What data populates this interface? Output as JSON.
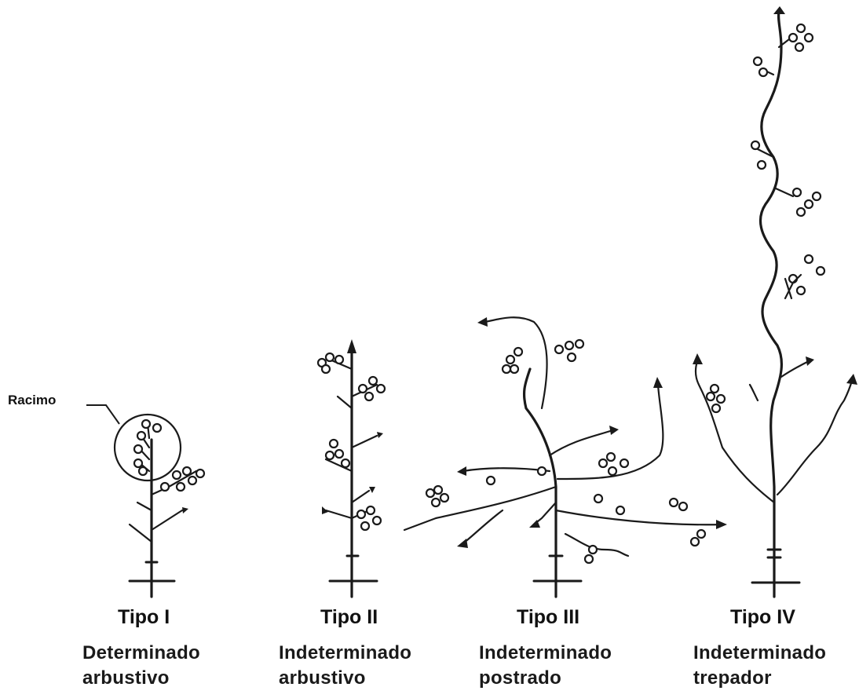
{
  "callout": {
    "racimo": "Racimo"
  },
  "types": [
    {
      "id": "I",
      "title": "Tipo I",
      "line1": "Determinado",
      "line2": "arbustivo"
    },
    {
      "id": "II",
      "title": "Tipo II",
      "line1": "Indeterminado",
      "line2": "arbustivo"
    },
    {
      "id": "III",
      "title": "Tipo III",
      "line1": "Indeterminado",
      "line2": "postrado"
    },
    {
      "id": "IV",
      "title": "Tipo IV",
      "line1": "Indeterminado",
      "line2": "trepador"
    }
  ]
}
